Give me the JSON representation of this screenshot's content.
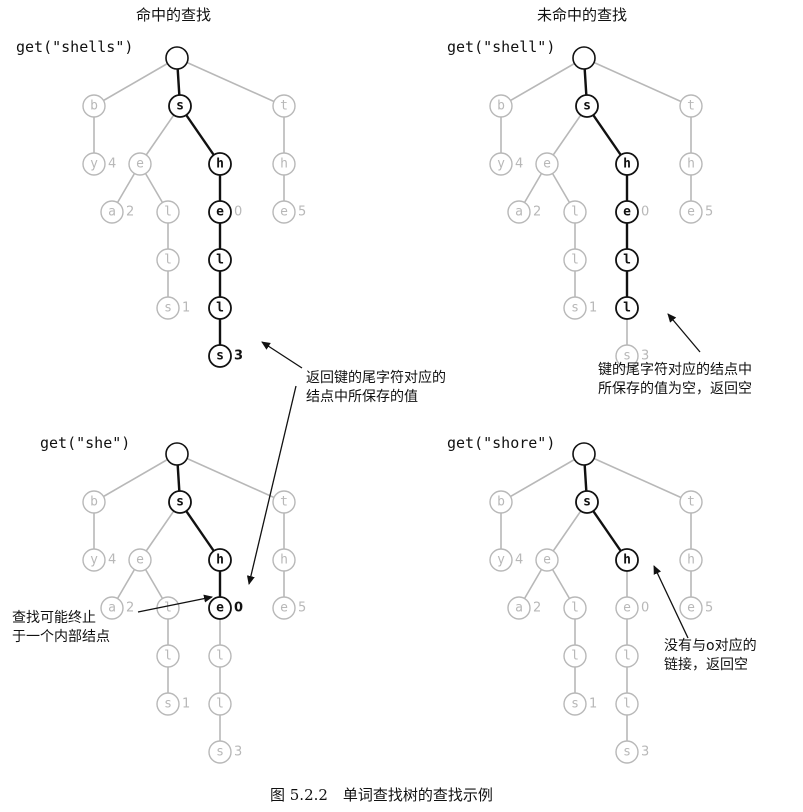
{
  "headings": {
    "hit": "命中的查找",
    "miss": "未命中的查找"
  },
  "caption": "图 5.2.2　单词查找树的查找示例",
  "colors": {
    "active": "#111111",
    "faded": "#b8b8b8",
    "background": "#ffffff"
  },
  "panels": [
    {
      "query": "get(\"shells\")",
      "path": [
        "s",
        "sh",
        "she",
        "shel",
        "shell",
        "shells"
      ],
      "end": "shells",
      "bold_value": "3"
    },
    {
      "query": "get(\"shell\")",
      "path": [
        "s",
        "sh",
        "she",
        "shel",
        "shell"
      ],
      "end": "shell",
      "bold_value": null
    },
    {
      "query": "get(\"she\")",
      "path": [
        "s",
        "sh",
        "she"
      ],
      "end": "she",
      "bold_value": "0"
    },
    {
      "query": "get(\"shore\")",
      "path": [
        "s",
        "sh"
      ],
      "end": "sh",
      "bold_value": null
    }
  ],
  "trie": {
    "nodes": [
      {
        "id": "b",
        "letter": "b",
        "value": ""
      },
      {
        "id": "by",
        "letter": "y",
        "value": "4"
      },
      {
        "id": "s",
        "letter": "s",
        "value": ""
      },
      {
        "id": "se",
        "letter": "e",
        "value": ""
      },
      {
        "id": "sea",
        "letter": "a",
        "value": "2"
      },
      {
        "id": "sel",
        "letter": "l",
        "value": ""
      },
      {
        "id": "sell",
        "letter": "l",
        "value": ""
      },
      {
        "id": "sells",
        "letter": "s",
        "value": "1"
      },
      {
        "id": "sh",
        "letter": "h",
        "value": ""
      },
      {
        "id": "she",
        "letter": "e",
        "value": "0"
      },
      {
        "id": "shel",
        "letter": "l",
        "value": ""
      },
      {
        "id": "shell",
        "letter": "l",
        "value": ""
      },
      {
        "id": "shells",
        "letter": "s",
        "value": "3"
      },
      {
        "id": "t",
        "letter": "t",
        "value": ""
      },
      {
        "id": "th",
        "letter": "h",
        "value": ""
      },
      {
        "id": "the",
        "letter": "e",
        "value": "5"
      }
    ]
  },
  "annotations": [
    {
      "lines": [
        "返回键的尾字符对应的",
        "结点中所保存的值"
      ]
    },
    {
      "lines": [
        "键的尾字符对应的结点中",
        "所保存的值为空，返回空"
      ]
    },
    {
      "lines": [
        "查找可能终止",
        "于一个内部结点"
      ]
    },
    {
      "lines": [
        "没有与o对应的",
        "链接，返回空"
      ]
    }
  ]
}
